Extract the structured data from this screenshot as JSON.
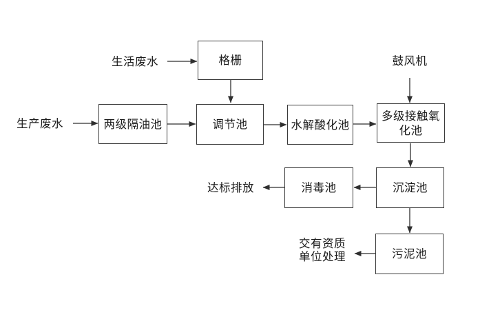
{
  "flowchart": {
    "nodes": {
      "grid": {
        "label": "格栅"
      },
      "oil_separator": {
        "label": "两级隔油池"
      },
      "regulating_tank": {
        "label": "调节池"
      },
      "hydrolysis_tank": {
        "label": "水解酸化池"
      },
      "oxidation_tank": {
        "label": "多级接触氧化池"
      },
      "sedimentation_tank": {
        "label": "沉淀池"
      },
      "disinfection_tank": {
        "label": "消毒池"
      },
      "sludge_tank": {
        "label": "污泥池"
      }
    },
    "labels": {
      "domestic_wastewater": "生活废水",
      "production_wastewater": "生产废水",
      "blower": "鼓风机",
      "standard_discharge": "达标排放",
      "qualified_unit_line1": "交有资质",
      "qualified_unit_line2": "单位处理"
    },
    "colors": {
      "line": "#2f2f2f",
      "node_border": "#3a3a3a",
      "text": "#1c1c1c",
      "background": "#ffffff"
    }
  }
}
